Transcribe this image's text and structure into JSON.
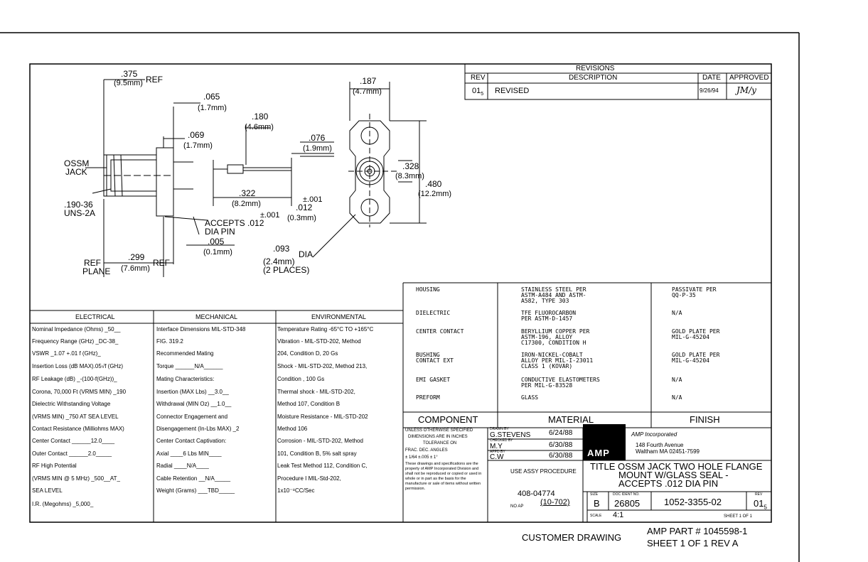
{
  "revisions": {
    "title": "REVISIONS",
    "headers": {
      "rev": "REV",
      "description": "DESCRIPTION",
      "date": "DATE",
      "approved": "APPROVED"
    },
    "row": {
      "rev": "01",
      "rev_sub": "5",
      "description": "REVISED",
      "date": "9/26/94",
      "approved": "JM/y"
    }
  },
  "dims": {
    "d375": ".375",
    "d375mm": "(9.5mm)",
    "ref": "REF",
    "d065": ".065",
    "d065mm": "(1.7mm)",
    "d180": ".180",
    "d180mm": "(4.6mm)",
    "d069": ".069",
    "d069mm": "(1.7mm)",
    "d076": ".076",
    "d076mm": "(1.9mm)",
    "d187": ".187",
    "d187mm": "(4.7mm)",
    "d328": ".328",
    "d328mm": "(8.3mm)",
    "d480": ".480",
    "d480mm": "(12.2mm)",
    "d322": ".322",
    "d322mm": "(8.2mm)",
    "d012": ".012",
    "d012tol": "±.001",
    "d012mm": "(0.3mm)",
    "accepts1": "ACCEPTS .012",
    "accepts_tol": "±.001",
    "accepts2": "DIA PIN",
    "d005": ".005",
    "d005mm": "(0.1mm)",
    "d093": ".093",
    "dia": "DIA",
    "d093mm": "(2.4mm)",
    "places": "(2 PLACES)",
    "ossm1": "OSSM",
    "ossm2": "JACK",
    "thread1": ".190-36",
    "thread2": "UNS-2A",
    "refplane1": "REF",
    "refplane2": "PLANE",
    "d299": ".299",
    "d299mm": "(7.6mm)",
    "ref2": "REF"
  },
  "electrical": {
    "header": "ELECTRICAL",
    "lines": [
      "Nominal Impedance (Ohms) _50__",
      "Frequency Range (GHz) _DC-38_",
      "VSWR _1.07 +.01 f (GHz)_",
      "Insertion Loss (dB MAX).05√f (GHz)",
      "RF Leakage (dB) _-(100-f(GHz))_",
      "Corona, 70,000 Ft (VRMS MIN) _190",
      "Dielectric Withstanding Voltage",
      "  (VRMS MIN) _750 AT SEA LEVEL",
      "Contact Resistance (Milliohms MAX)",
      "  Center Contact ______12.0____",
      "  Outer Contact ______2.0_____",
      "RF High Potential",
      "  (VRMS MIN @ 5 MHz) _500__AT_",
      "                    SEA LEVEL",
      "I.R. (Megohms) _5,000_"
    ]
  },
  "mechanical": {
    "header": "MECHANICAL",
    "lines": [
      "Interface Dimensions MIL-STD-348",
      "                    FIG. 319.2",
      "Recommended Mating",
      "  Torque ______N/A______",
      "Mating Characteristics:",
      "  Insertion (MAX Lbs) __3.0__",
      "  Withdrawal (MIN Oz) __1.0__",
      "Connector Engagement and",
      "  Disengagement (In-Lbs MAX) _2",
      "Center Contact Captivation:",
      "  Axial ____6 Lbs MIN____",
      "  Radial ____N/A____",
      "Cable Retention __N/A_____",
      "Weight (Grams) ___TBD_____"
    ]
  },
  "environmental": {
    "header": "ENVIRONMENTAL",
    "lines": [
      "Temperature Rating -65°C TO +165°C",
      "Vibration - MIL-STD-202, Method",
      "  204, Condition D, 20 Gs",
      "Shock - MIL-STD-202, Method 213,",
      "  Condition , 100 Gs",
      "Thermal shock - MIL-STD-202,",
      "  Method 107, Condition B",
      "Moisture Resistance - MIL-STD-202",
      "  Method 106",
      "Corrosion - MIL-STD-202, Method",
      "  101, Condition B, 5% salt spray",
      "Leak Test Method 112, Condition C,",
      "  Procedure I MIL-Std-202,",
      "              1x10⁻⁸CC/Sec"
    ]
  },
  "materials": {
    "rows": [
      {
        "component": "HOUSING",
        "material": "STAINLESS STEEL PER\nASTM-A484 AND ASTM-\nA582, TYPE 303",
        "finish": "PASSIVATE PER\nQQ-P-35"
      },
      {
        "component": "DIELECTRIC",
        "material": "TFE FLUOROCARBON\nPER ASTM-D-1457",
        "finish": "N/A"
      },
      {
        "component": "CENTER CONTACT",
        "material": "BERYLLIUM COPPER PER\nASTM-196, ALLOY\nC17300, CONDITION H",
        "finish": "GOLD PLATE PER\nMIL-G-45204"
      },
      {
        "component": "BUSHING\nCONTACT EXT",
        "material": "IRON-NICKEL-COBALT\nALLOY PER MIL-I-23011\nCLASS 1 (KOVAR)",
        "finish": "GOLD PLATE PER\nMIL-G-45204"
      },
      {
        "component": "EMI GASKET",
        "material": "CONDUCTIVE ELASTOMETERS\nPER MIL-G-83528",
        "finish": "N/A"
      },
      {
        "component": "PREFORM",
        "material": "GLASS",
        "finish": "N/A"
      }
    ],
    "headers": {
      "component": "COMPONENT",
      "material": "MATERIAL",
      "finish": "FINISH"
    }
  },
  "titleblock": {
    "tol1": "UNLESS OTHERWISE SPECIFIED",
    "tol2": "DIMENSIONS ARE IN INCHES",
    "tol3": "TOLERANCE ON",
    "tol4": "FRAC.    DEC.    ANGLES",
    "tol5": "± 1/64   ±.005    ± 1°",
    "notice": "These drawings and specifications are the property of AMP Incorporated Division and shall not be reproduced or copied or used in whole or in part as the basis for the manufacture or sale of items without written permission.",
    "dr_label": "DRAWN BY",
    "dr_name": "G.STEVENS",
    "dr_date": "6/24/88",
    "ck_label": "CHECKED BY",
    "ck_name": "M.Y",
    "ck_date": "6/30/88",
    "ap_label": "APPD BY",
    "ap_name": "C.W",
    "ap_date": "6/30/88",
    "use_assy": "USE ASSY PROCEDURE",
    "proc_no": "408-04774",
    "no_ap": "NO AP",
    "no_ap_val": "(10-702)",
    "logo": "AMP",
    "company": "AMP Incorporated",
    "addr1": "148 Fourth Avenue",
    "addr2": "Waltham MA 02451-7599",
    "title1": "TITLE OSSM JACK TWO HOLE FLANGE",
    "title2": "MOUNT W/GLASS SEAL -",
    "title3": "ACCEPTS .012 DIA PIN",
    "size_label": "SIZE",
    "size": "B",
    "doc_label": "DOC IDENT NO.",
    "doc": "26805",
    "dwg": "1052-3355-02",
    "rev_label": "REV",
    "rev": "01",
    "rev_sub": "5",
    "scale_label": "SCALE",
    "scale": "4:1",
    "sheet": "SHEET 1 OF 1"
  },
  "footer": {
    "customer": "CUSTOMER DRAWING",
    "part": "AMP PART # 1045598-1",
    "sheet": "SHEET 1 OF 1  REV A"
  }
}
